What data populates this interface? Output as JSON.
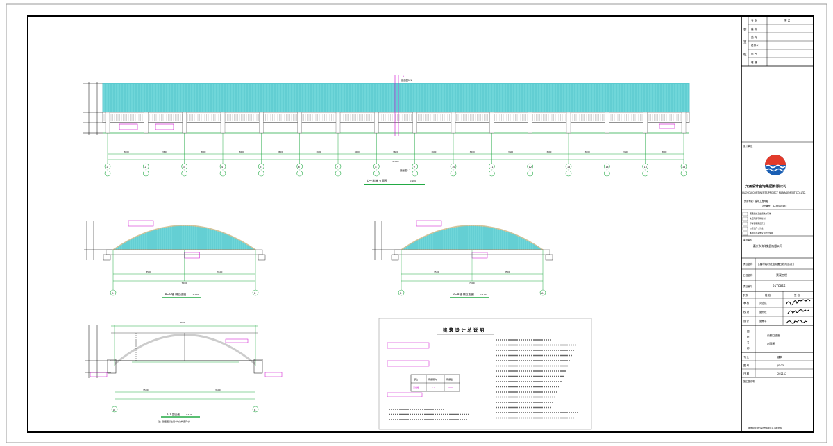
{
  "title_block": {
    "sign_rows": [
      {
        "label": "专 业",
        "value": "签 名"
      },
      {
        "label": "建 筑",
        "value": ""
      },
      {
        "label": "结 构",
        "value": ""
      },
      {
        "label": "给排水",
        "value": ""
      },
      {
        "label": "电 气",
        "value": ""
      },
      {
        "label": "暖 通",
        "value": ""
      }
    ],
    "side_chars": [
      "会",
      "签",
      "栏"
    ],
    "design_unit_label": "设计单位",
    "company_cn": "九洲设计咨询集团有限公司",
    "company_en": "JIUZHOU CONTINENTS PROJECT MANAGEMENT CO.,LTD.",
    "cert_lines": [
      "资质等级：建筑工程甲级",
      "证书编号：A233000435"
    ],
    "notes": [
      "图纸经加盖出图章方有效",
      "未经同意不得复制",
      "不得量取图纸尺寸",
      "以标注尺寸为准",
      "本图须与其他专业配合使用"
    ],
    "client_label": "建设单位",
    "client_name": "嘉兴市海洋集团有限公司",
    "project_label": "项目名称",
    "project_name": "七星村临时过渡安置工程改造设计",
    "sub_label": "工程名称",
    "sub_name": "景观工程",
    "no_label": "项目编号",
    "no_value": "21TC056",
    "staff_header": [
      "职 务",
      "姓 名",
      "签 名"
    ],
    "staff": [
      {
        "role": "审 核",
        "name": "刘志成"
      },
      {
        "role": "校 对",
        "name": "施升旺"
      },
      {
        "role": "设 计",
        "name": "施甬平"
      }
    ],
    "drawing_title_label_chars": [
      "图",
      "纸",
      "名",
      "称"
    ],
    "drawing_title_lines": [
      "雨棚立面图",
      "剖面图"
    ],
    "bottom_rows": [
      {
        "label": "专 业",
        "value": "建筑"
      },
      {
        "label": "图 号",
        "value": "JS-03"
      },
      {
        "label": "日 期",
        "value": "202112"
      }
    ],
    "footer_note": "施工图说明",
    "bottom_line": "图纸使用须经设计方书面许可·版权所有"
  },
  "elevation": {
    "title": "①～⑯轴 立面图",
    "scale": "1:100",
    "axes": [
      "1",
      "2",
      "3",
      "4",
      "5",
      "6",
      "7",
      "8",
      "9",
      "10",
      "11",
      "12",
      "13",
      "14",
      "15",
      "16"
    ],
    "bay_dims": [
      "3600",
      "3600",
      "3600",
      "3600",
      "3600",
      "3600",
      "3600",
      "3600",
      "3600",
      "3600",
      "3600",
      "3600",
      "3600",
      "3600",
      "3600"
    ],
    "total_dim": "75000",
    "section_mark": "1",
    "section_tag": "剖面图1-1"
  },
  "section_a": {
    "title": "A～B轴 侧立面图",
    "scale": "1:100",
    "dims": [
      "3500",
      "3500"
    ],
    "total": "7000",
    "axes": [
      "A",
      "B"
    ]
  },
  "section_b": {
    "title": "B～A轴 侧立面图",
    "scale": "1:100",
    "dims": [
      "3500",
      "3500"
    ],
    "total": "7000",
    "axes": [
      "B",
      "A"
    ]
  },
  "section_11": {
    "title": "1-1 剖面图",
    "scale": "1:100",
    "subtitle": "注：剖面图标注尺寸均为构造尺寸",
    "dims": [
      "3500",
      "3500"
    ],
    "total": "7000",
    "axes": [
      "A",
      "B"
    ]
  },
  "notes_panel": {
    "title": "建 筑 设 计 总 说 明",
    "table_headers": [
      "部位",
      "雨棚钢构",
      "雨棚板"
    ],
    "table_row": [
      "采光板",
      "1.2",
      "5mm"
    ]
  },
  "colors": {
    "roof_fill": "#6fd6d9",
    "roof_stroke": "#3cb8c0",
    "structure": "#22aa44",
    "annotation": "#cc00cc",
    "arch": "#d9c59a",
    "logo_blue": "#1a5fb4",
    "logo_red": "#e23a2a"
  }
}
